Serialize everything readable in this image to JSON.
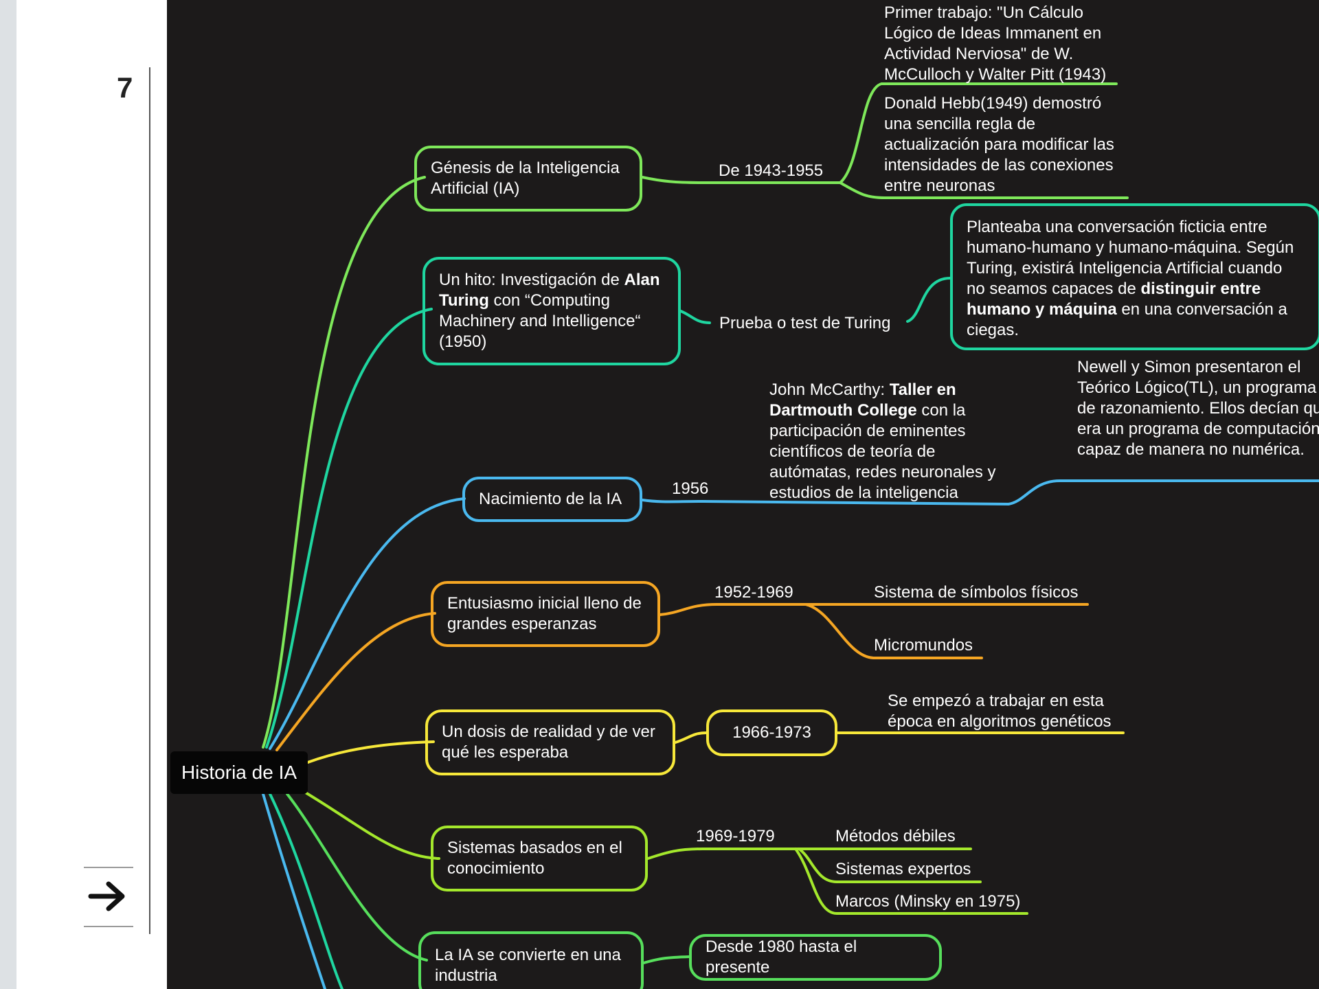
{
  "slide": {
    "page_number": "7"
  },
  "root": {
    "label": "Historia de IA"
  },
  "branches": {
    "genesis": {
      "label": "Génesis de la Inteligencia Artificial (IA)",
      "period": "De 1943-1955",
      "leaf1": "Primer trabajo: \"Un Cálculo Lógico de Ideas Immanent en Actividad Nerviosa\" de W. McCulloch y Walter Pitt (1943)",
      "leaf2": "Donald Hebb(1949) demostró una sencilla regla de actualización para modificar las intensidades de las conexiones entre neuronas"
    },
    "turing": {
      "label_prefix": "Un hito: Investigación de ",
      "label_bold1": "Alan",
      "label_bold2": "Turing",
      "label_suffix": " con “Computing Machinery and Intelligence“ (1950)",
      "sub": "Prueba o test de Turing",
      "leaf_text1": "Planteaba una conversación ficticia entre humano-humano y humano-máquina. Según Turing, existirá Inteligencia Artificial cuando no seamos capaces de ",
      "leaf_bold1": "distinguir entre",
      "leaf_bold2": "humano y máquina",
      "leaf_text2": " en una conversación a ciegas."
    },
    "nacimiento": {
      "label": "Nacimiento de la IA",
      "year": "1956",
      "leaf1_prefix": "John McCarthy: ",
      "leaf1_bold1": "Taller en",
      "leaf1_bold2": "Dartmouth College",
      "leaf1_suffix": " con la participación de eminentes científicos de teoría de autómatas, redes neuronales y estudios de la inteligencia",
      "leaf2": "Newell y Simon presentaron el Teórico Lógico(TL), un programa de razonamiento. Ellos decían que era un programa de computación capaz de manera no numérica."
    },
    "entusiasmo": {
      "label": "Entusiasmo inicial lleno de grandes esperanzas",
      "period": "1952-1969",
      "leaf1": "Sistema de símbolos físicos",
      "leaf2": "Micromundos"
    },
    "realidad": {
      "label": "Un dosis de realidad y de ver qué les esperaba",
      "period": "1966-1973",
      "leaf": "Se empezó a trabajar en esta época en algoritmos genéticos"
    },
    "conocimiento": {
      "label": "Sistemas basados en el conocimiento",
      "period": "1969-1979",
      "leaf1": "Métodos  débiles",
      "leaf2": "Sistemas expertos",
      "leaf3": "Marcos (Minsky en 1975)"
    },
    "industria": {
      "label": "La IA se convierte en una industria",
      "period": "Desde 1980 hasta el presente"
    }
  },
  "colors": {
    "genesis": "#7ee85a",
    "turing": "#1fd6a0",
    "nacimiento": "#4ab9ef",
    "entusiasmo": "#f5a623",
    "realidad": "#f7e83a",
    "conocimiento": "#a4e82c",
    "industria": "#57df5c",
    "canvas": "#1c1a1a"
  },
  "navigation": {
    "next_icon": "arrow-right-icon"
  }
}
